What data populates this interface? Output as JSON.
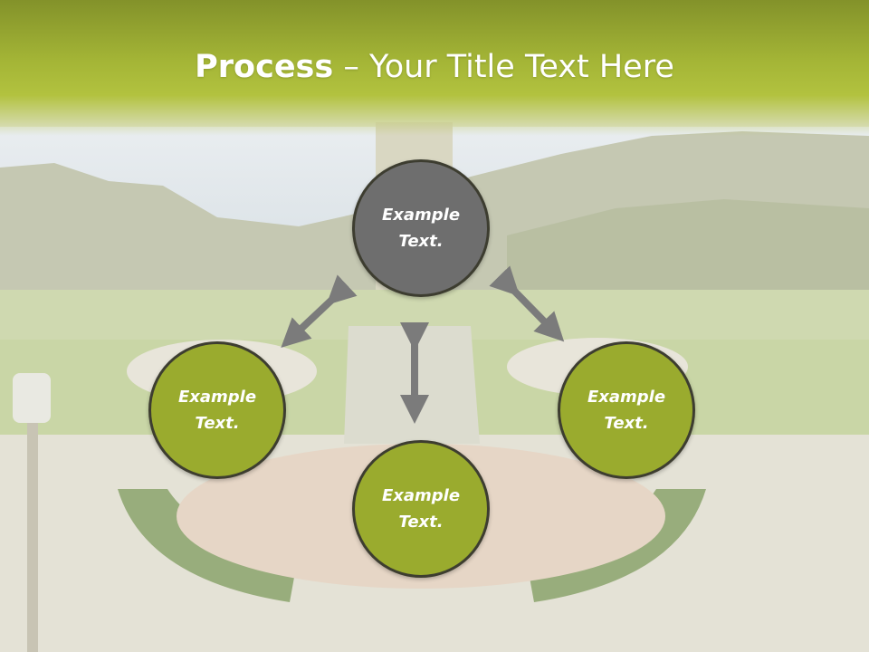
{
  "title": {
    "bold": "Process",
    "rest": " – Your Title Text Here"
  },
  "nodes": [
    {
      "id": "top",
      "line1": "Example",
      "line2": "Text.",
      "fill": "#6e6e6e"
    },
    {
      "id": "left",
      "line1": "Example",
      "line2": "Text.",
      "fill": "#9aab2e"
    },
    {
      "id": "right",
      "line1": "Example",
      "line2": "Text.",
      "fill": "#9aab2e"
    },
    {
      "id": "bottom",
      "line1": "Example",
      "line2": "Text.",
      "fill": "#9aab2e"
    }
  ],
  "colors": {
    "header_green": "#a4b536",
    "node_green": "#9aab2e",
    "node_gray": "#6e6e6e",
    "arrow_gray": "#7b7b7b"
  }
}
